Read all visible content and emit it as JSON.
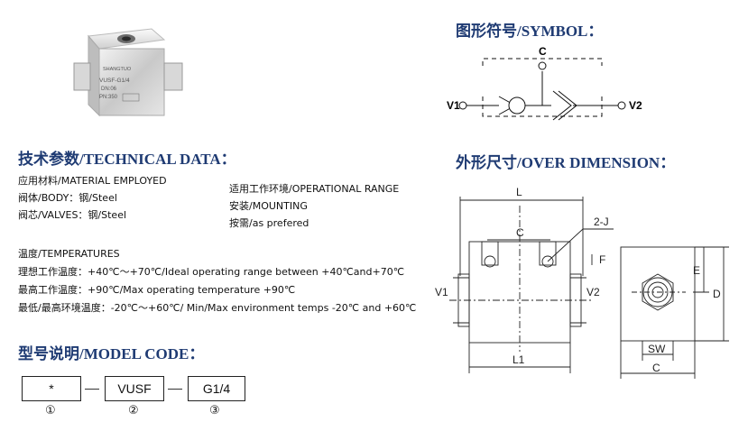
{
  "symbol": {
    "heading_cn": "图形符号/SYMBOL：",
    "port_c": "C",
    "port_v1": "V1",
    "port_v2": "V2"
  },
  "technical": {
    "heading": "技术参数/TECHNICAL DATA：",
    "left_lines": [
      "应用材料/MATERIAL EMPLOYED",
      "阀体/BODY：钢/Steel",
      "阀芯/VALVES：钢/Steel"
    ],
    "right_lines": [
      "适用工作环境/OPERATIONAL RANGE",
      "安装/MOUNTING",
      "按需/as prefered"
    ],
    "temp_lines": [
      "温度/TEMPERATURES",
      "理想工作温度：+40℃～+70℃/Ideal operating range between +40℃and+70℃",
      "最高工作温度：+90℃/Max operating temperature +90℃",
      "最低/最高环境温度：-20℃～+60℃/ Min/Max environment temps -20℃ and +60℃"
    ]
  },
  "product": {
    "brand": "SHANGTUO",
    "model": "VUSF-G1/4",
    "dn": "DN:06",
    "pn": "PN:350"
  },
  "dimension": {
    "heading": "外形尺寸/OVER DIMENSION：",
    "labels": {
      "L": "L",
      "C": "C",
      "J": "2-J",
      "F": "F",
      "V1": "V1",
      "V2": "V2",
      "L1": "L1",
      "E": "E",
      "D": "D",
      "SW": "SW",
      "C2": "C"
    }
  },
  "model_code": {
    "heading": "型号说明/MODEL CODE：",
    "boxes": [
      "*",
      "VUSF",
      "G1/4"
    ],
    "markers": [
      "①",
      "②",
      "③"
    ]
  }
}
